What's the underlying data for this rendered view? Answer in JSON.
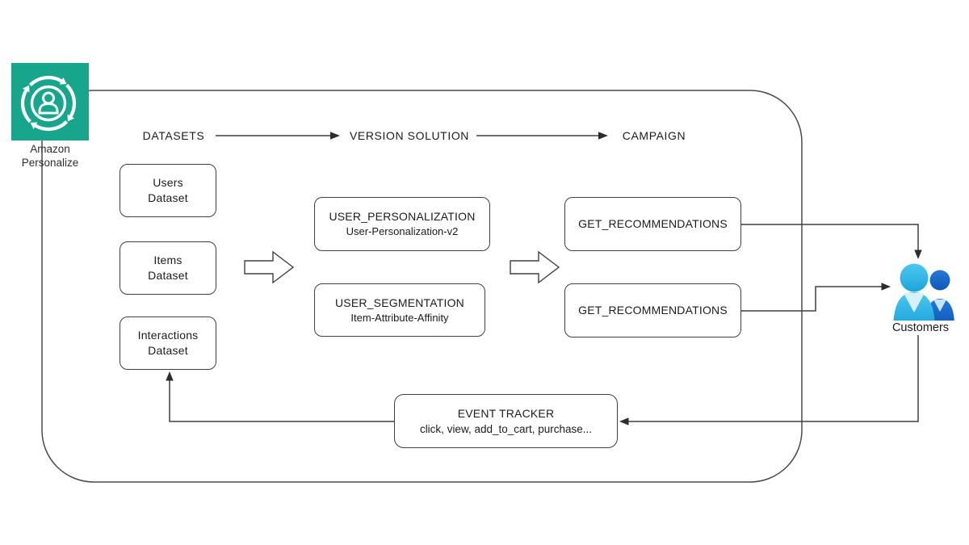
{
  "diagram": {
    "service": {
      "line1": "Amazon",
      "line2": "Personalize"
    },
    "stages": [
      {
        "label": "DATASETS"
      },
      {
        "label": "VERSION SOLUTION"
      },
      {
        "label": "CAMPAIGN"
      }
    ],
    "datasets": [
      {
        "line1": "Users",
        "line2": "Dataset"
      },
      {
        "line1": "Items",
        "line2": "Dataset"
      },
      {
        "line1": "Interactions",
        "line2": "Dataset"
      }
    ],
    "solutions": [
      {
        "recipe": "USER_PERSONALIZATION",
        "version": "User-Personalization-v2"
      },
      {
        "recipe": "USER_SEGMENTATION",
        "version": "Item-Attribute-Affinity"
      }
    ],
    "campaigns": [
      {
        "label": "GET_RECOMMENDATIONS"
      },
      {
        "label": "GET_RECOMMENDATIONS"
      }
    ],
    "event_tracker": {
      "title": "EVENT TRACKER",
      "events": "click, view, add_to_cart, purchase..."
    },
    "customers": {
      "label": "Customers"
    },
    "colors": {
      "brand_teal": "#17A58C",
      "customer_front_top": "#4EC7EE",
      "customer_front_bottom": "#1CA4DC",
      "customer_back_top": "#2478D8",
      "customer_back_bottom": "#1058B8",
      "line": "#3f3f3f"
    }
  }
}
